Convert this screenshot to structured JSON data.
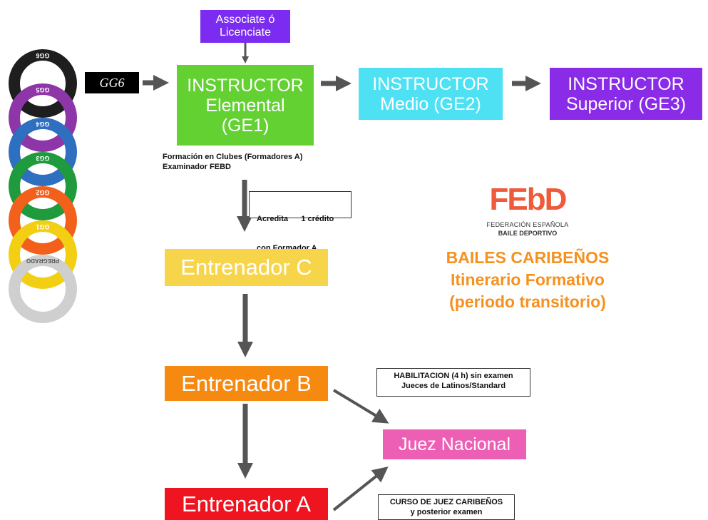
{
  "top_box": {
    "line1": "Associate ó",
    "line2": "Licenciate"
  },
  "gg6_tag": "GG6",
  "instructor_elemental": {
    "line1": "INSTRUCTOR",
    "line2": "Elemental",
    "line3": "(GE1)"
  },
  "instructor_medio": {
    "line1": "INSTRUCTOR",
    "line2": "Medio (GE2)"
  },
  "instructor_superior": {
    "line1": "INSTRUCTOR",
    "line2": "Superior (GE3)"
  },
  "formacion_note": {
    "line1": "Formación en Clubes (Formadores A)",
    "line2": "Examinador FEBD"
  },
  "acredita_note": {
    "line1": "Acredita      1 crédito",
    "line2": "con Formador A"
  },
  "entrenador_c": "Entrenador C",
  "entrenador_b": "Entrenador B",
  "entrenador_a": "Entrenador A",
  "juez_nacional": "Juez Nacional",
  "habilitacion_note": {
    "line1": "HABILITACION (4 h) sin examen",
    "line2": "Jueces de Latinos/Standard"
  },
  "curso_note": {
    "line1": "CURSO DE JUEZ CARIBEÑOS",
    "line2": "y posterior examen"
  },
  "logo": {
    "text": "FEbD",
    "subtitle1": "FEDERACIÓN ESPAÑOLA",
    "subtitle2": "BAILE DEPORTIVO"
  },
  "title": {
    "line1": "BAILES CARIBEÑOS",
    "line2": "Itinerario Formativo",
    "line3": "(periodo transitorio)"
  },
  "rings": [
    {
      "label": "GG6",
      "color": "#1e1e1e"
    },
    {
      "label": "GG5",
      "color": "#8e36a8"
    },
    {
      "label": "GG4",
      "color": "#2f6fc0"
    },
    {
      "label": "GG3",
      "color": "#1f9a3c"
    },
    {
      "label": "GG2",
      "color": "#f2601c"
    },
    {
      "label": "GG1",
      "color": "#f3cf14"
    },
    {
      "label": "PREGRADO",
      "color": "#cfcfcf"
    }
  ],
  "colors": {
    "purple": "#7b2cf0",
    "green": "#62d131",
    "cyan": "#4de1f3",
    "violet": "#8a2be8",
    "yellow": "#f7d54a",
    "orange": "#f6890f",
    "red": "#ef1520",
    "pink": "#ed5fb5",
    "title_orange": "#f6901e",
    "arrow": "#555555"
  }
}
